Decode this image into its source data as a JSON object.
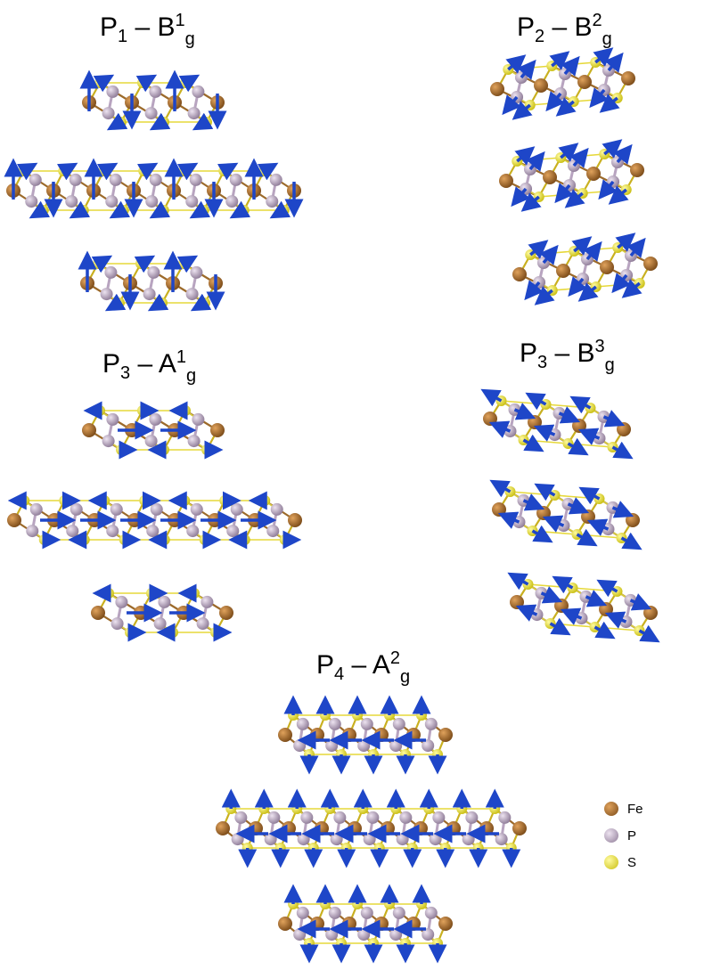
{
  "panels": [
    {
      "id": "p1",
      "base": "P",
      "sub": "1",
      "dash": "–",
      "letter": "B",
      "sup": "1",
      "tail": "g"
    },
    {
      "id": "p2",
      "base": "P",
      "sub": "2",
      "dash": "–",
      "letter": "B",
      "sup": "2",
      "tail": "g"
    },
    {
      "id": "p3a",
      "base": "P",
      "sub": "3",
      "dash": "–",
      "letter": "A",
      "sup": "1",
      "tail": "g"
    },
    {
      "id": "p3b",
      "base": "P",
      "sub": "3",
      "dash": "–",
      "letter": "B",
      "sup": "3",
      "tail": "g"
    },
    {
      "id": "p4",
      "base": "P",
      "sub": "4",
      "dash": "–",
      "letter": "A",
      "sup": "2",
      "tail": "g"
    }
  ],
  "legend": [
    {
      "label": "Fe",
      "color": "#A0662A"
    },
    {
      "label": "P",
      "color": "#B8A4C0"
    },
    {
      "label": "S",
      "color": "#F2EA3A"
    }
  ],
  "colors": {
    "fe": "#A0662A",
    "p": "#B8A4C0",
    "s": "#F2EA3A",
    "arrow": "#1E46C8"
  }
}
